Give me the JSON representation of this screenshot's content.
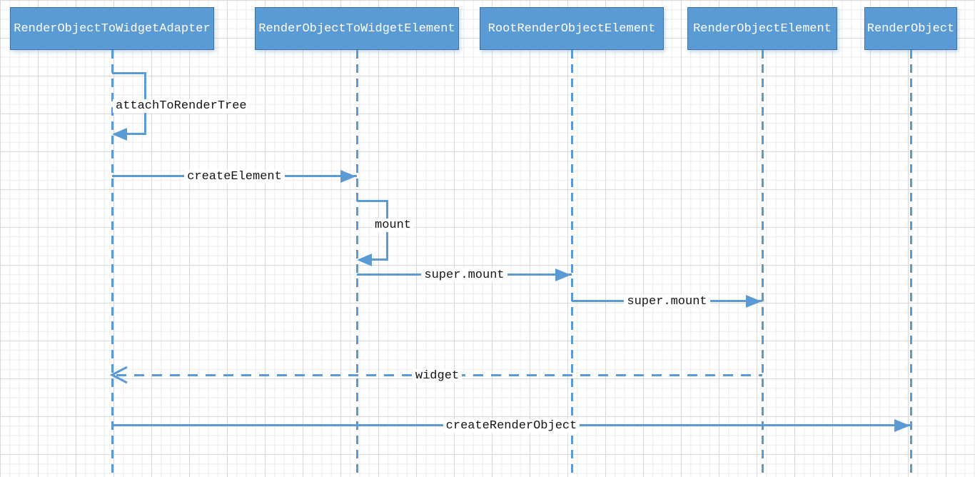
{
  "diagram": {
    "type": "uml-sequence-diagram",
    "colors": {
      "accent": "#5b9bd5",
      "actor_fill": "#5b9bd5",
      "actor_border": "#41719c",
      "actor_text": "#ffffff",
      "message_text": "#141414",
      "grid_minor": "#eaeaea",
      "grid_major": "#d8d8d8",
      "background": "#ffffff"
    },
    "actors": [
      {
        "label": "RenderObjectToWidgetAdapter"
      },
      {
        "label": "RenderObjectToWidgetElement"
      },
      {
        "label": "RootRenderObjectElement"
      },
      {
        "label": "RenderObjectElement"
      },
      {
        "label": "RenderObject"
      }
    ],
    "messages": [
      {
        "label": "attachToRenderTree",
        "from": "RenderObjectToWidgetAdapter",
        "to": "RenderObjectToWidgetAdapter",
        "kind": "self-call"
      },
      {
        "label": "createElement",
        "from": "RenderObjectToWidgetAdapter",
        "to": "RenderObjectToWidgetElement",
        "kind": "call"
      },
      {
        "label": "mount",
        "from": "RenderObjectToWidgetElement",
        "to": "RenderObjectToWidgetElement",
        "kind": "self-call"
      },
      {
        "label": "super.mount",
        "from": "RenderObjectToWidgetElement",
        "to": "RootRenderObjectElement",
        "kind": "call"
      },
      {
        "label": "super.mount",
        "from": "RootRenderObjectElement",
        "to": "RenderObjectElement",
        "kind": "call"
      },
      {
        "label": "widget",
        "from": "RenderObjectElement",
        "to": "RenderObjectToWidgetAdapter",
        "kind": "return"
      },
      {
        "label": "createRenderObject",
        "from": "RenderObjectToWidgetAdapter",
        "to": "RenderObject",
        "kind": "call"
      }
    ]
  }
}
